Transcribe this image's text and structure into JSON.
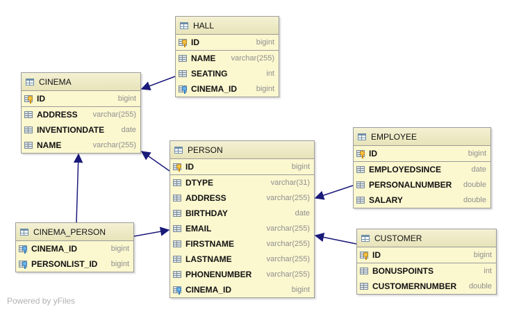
{
  "watermark": "Powered by yFiles",
  "colors": {
    "entity_fill": "#fbf7cf",
    "edge": "#1a1a7a",
    "type_text": "#8f8f8f"
  },
  "entities": {
    "hall": {
      "name": "HALL",
      "columns": [
        {
          "name": "ID",
          "type": "bigint",
          "kind": "pk"
        },
        {
          "name": "NAME",
          "type": "varchar(255)",
          "kind": "col"
        },
        {
          "name": "SEATING",
          "type": "int",
          "kind": "col"
        },
        {
          "name": "CINEMA_ID",
          "type": "bigint",
          "kind": "fk"
        }
      ]
    },
    "cinema": {
      "name": "CINEMA",
      "columns": [
        {
          "name": "ID",
          "type": "bigint",
          "kind": "pk"
        },
        {
          "name": "ADDRESS",
          "type": "varchar(255)",
          "kind": "col"
        },
        {
          "name": "INVENTIONDATE",
          "type": "date",
          "kind": "col"
        },
        {
          "name": "NAME",
          "type": "varchar(255)",
          "kind": "col"
        }
      ]
    },
    "person": {
      "name": "PERSON",
      "columns": [
        {
          "name": "ID",
          "type": "bigint",
          "kind": "pk"
        },
        {
          "name": "DTYPE",
          "type": "varchar(31)",
          "kind": "col"
        },
        {
          "name": "ADDRESS",
          "type": "varchar(255)",
          "kind": "col"
        },
        {
          "name": "BIRTHDAY",
          "type": "date",
          "kind": "col"
        },
        {
          "name": "EMAIL",
          "type": "varchar(255)",
          "kind": "col"
        },
        {
          "name": "FIRSTNAME",
          "type": "varchar(255)",
          "kind": "col"
        },
        {
          "name": "LASTNAME",
          "type": "varchar(255)",
          "kind": "col"
        },
        {
          "name": "PHONENUMBER",
          "type": "varchar(255)",
          "kind": "col"
        },
        {
          "name": "CINEMA_ID",
          "type": "bigint",
          "kind": "fk"
        }
      ]
    },
    "employee": {
      "name": "EMPLOYEE",
      "columns": [
        {
          "name": "ID",
          "type": "bigint",
          "kind": "pk"
        },
        {
          "name": "EMPLOYEDSINCE",
          "type": "date",
          "kind": "col"
        },
        {
          "name": "PERSONALNUMBER",
          "type": "double",
          "kind": "col"
        },
        {
          "name": "SALARY",
          "type": "double",
          "kind": "col"
        }
      ]
    },
    "cinema_person": {
      "name": "CINEMA_PERSON",
      "columns": [
        {
          "name": "CINEMA_ID",
          "type": "bigint",
          "kind": "fk"
        },
        {
          "name": "PERSONLIST_ID",
          "type": "bigint",
          "kind": "fk"
        }
      ]
    },
    "customer": {
      "name": "CUSTOMER",
      "columns": [
        {
          "name": "ID",
          "type": "bigint",
          "kind": "pk"
        },
        {
          "name": "BONUSPOINTS",
          "type": "int",
          "kind": "col"
        },
        {
          "name": "CUSTOMERNUMBER",
          "type": "double",
          "kind": "col"
        }
      ]
    }
  },
  "relations": [
    {
      "from": "hall",
      "to": "cinema"
    },
    {
      "from": "person",
      "to": "cinema"
    },
    {
      "from": "cinema_person",
      "to": "cinema"
    },
    {
      "from": "cinema_person",
      "to": "person"
    },
    {
      "from": "employee",
      "to": "person"
    },
    {
      "from": "customer",
      "to": "person"
    }
  ]
}
